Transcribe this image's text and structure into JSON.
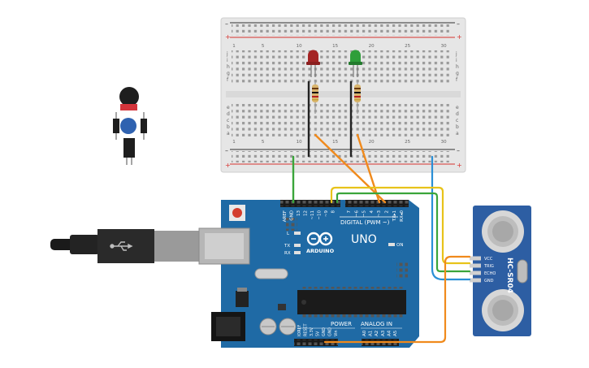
{
  "colors": {
    "background": "#ffffff",
    "breadboard": "#e6e6e6",
    "board_blue": "#1f6aa5",
    "board_dark": "#17557f",
    "rail_red": "#d7322e",
    "rail_black": "#333333",
    "wire_green": "#3aa53a",
    "wire_orange": "#f08a1c",
    "wire_yellow": "#e8c31a",
    "wire_blue": "#2a8fd6",
    "wire_black": "#222222",
    "led_red": "#a42424",
    "led_green": "#2e9e3a",
    "sensor_blue": "#2d5ea3"
  },
  "breadboard": {
    "rail_plus": "+",
    "rail_minus": "–",
    "row_letters_top": [
      "j",
      "i",
      "h",
      "g",
      "f"
    ],
    "row_letters_bottom": [
      "e",
      "d",
      "c",
      "b",
      "a"
    ],
    "column_numbers": [
      "1",
      "5",
      "10",
      "15",
      "20",
      "25",
      "30"
    ]
  },
  "arduino": {
    "brand": "ARDUINO",
    "model": "UNO",
    "digital_label": "DIGITAL (PWM ~)",
    "power_label": "POWER",
    "analog_label": "ANALOG IN",
    "on_label": "ON",
    "led_l": "L",
    "led_tx": "TX",
    "led_rx": "RX",
    "digital_pins": [
      "AREF",
      "GND",
      "13",
      "12",
      "~11",
      "~10",
      "~9",
      "8",
      "7",
      "~6",
      "~5",
      "4",
      "~3",
      "2",
      "TX▸1",
      "RX◂0"
    ],
    "power_pins": [
      "IOREF",
      "RESET",
      "3.3V",
      "5V",
      "GND",
      "GND",
      "Vin"
    ],
    "analog_pins": [
      "A0",
      "A1",
      "A2",
      "A3",
      "A4",
      "A5"
    ]
  },
  "sensor": {
    "model": "HC-SR04",
    "pins": [
      "VCC",
      "TRIG",
      "ECHO",
      "GND"
    ]
  }
}
